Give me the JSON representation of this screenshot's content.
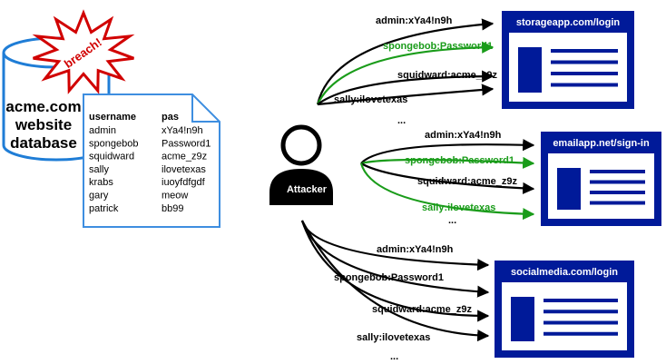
{
  "colors": {
    "site_blue": "#001a99",
    "db_blue": "#1f7dd6",
    "sheet_blue": "#3e8ee0",
    "breach_red": "#d10000",
    "success_green": "#1a9c1a",
    "black": "#000000"
  },
  "database": {
    "label_lines": [
      "acme.com",
      "website",
      "database"
    ]
  },
  "breach": {
    "label": "breach!"
  },
  "leaked_table": {
    "headers": [
      "username",
      "pas"
    ],
    "rows": [
      [
        "admin",
        "xYa4!n9h"
      ],
      [
        "spongebob",
        "Password1"
      ],
      [
        "squidward",
        "acme_z9z"
      ],
      [
        "sally",
        "ilovetexas"
      ],
      [
        "krabs",
        "iuoyfdfgdf"
      ],
      [
        "gary",
        "meow"
      ],
      [
        "patrick",
        "bb99"
      ]
    ]
  },
  "attacker": {
    "label": "Attacker",
    "icon": "person-icon"
  },
  "sites": [
    {
      "title": "storageapp.com/login",
      "attempts": [
        {
          "label": "admin:xYa4!n9h",
          "success": false
        },
        {
          "label": "spongebob:Password1",
          "success": true
        },
        {
          "label": "squidward:acme_z9z",
          "success": false
        },
        {
          "label": "sally:ilovetexas",
          "success": false
        }
      ],
      "more": "..."
    },
    {
      "title": "emailapp.net/sign-in",
      "attempts": [
        {
          "label": "admin:xYa4!n9h",
          "success": false
        },
        {
          "label": "spongebob:Password1",
          "success": true
        },
        {
          "label": "squidward:acme_z9z",
          "success": false
        },
        {
          "label": "sally:ilovetexas",
          "success": true
        }
      ],
      "more": "..."
    },
    {
      "title": "socialmedia.com/login",
      "attempts": [
        {
          "label": "admin:xYa4!n9h",
          "success": false
        },
        {
          "label": "spongebob:Password1",
          "success": false
        },
        {
          "label": "squidward:acme_z9z",
          "success": false
        },
        {
          "label": "sally:ilovetexas",
          "success": false
        }
      ],
      "more": "..."
    }
  ]
}
